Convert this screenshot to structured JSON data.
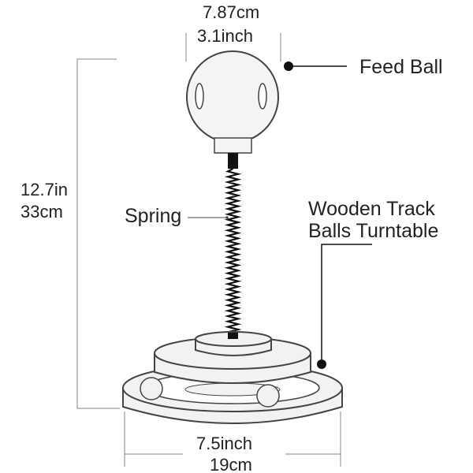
{
  "diagram": {
    "top_width_cm": "7.87cm",
    "top_width_inch": "3.1inch",
    "height_inch": "12.7in",
    "height_cm": "33cm",
    "bottom_width_inch": "7.5inch",
    "bottom_width_cm": "19cm",
    "feed_ball_label": "Feed Ball",
    "spring_label": "Spring",
    "turntable_label_line1": "Wooden Track",
    "turntable_label_line2": "Balls Turntable",
    "colors": {
      "outline": "#444444",
      "dimension_line": "#888888",
      "spring": "#111111",
      "ball_fill": "#f4f4f4",
      "wood_fill": "#f2f2f2",
      "text": "#222222"
    }
  }
}
